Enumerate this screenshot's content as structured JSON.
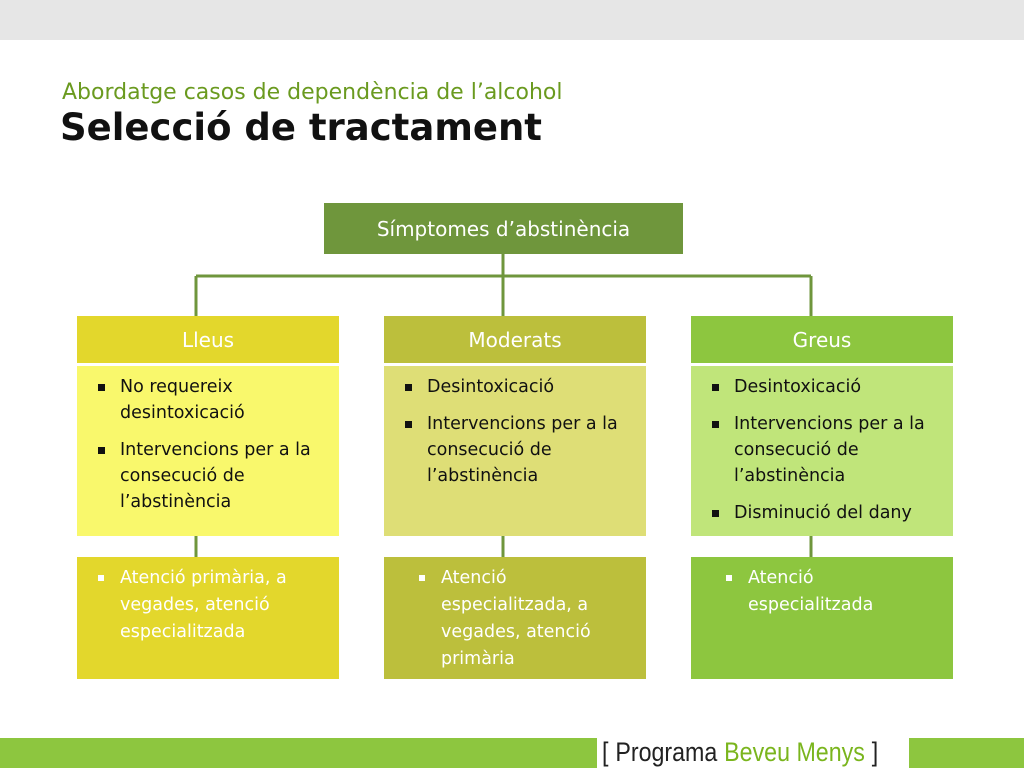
{
  "slide": {
    "subtitle": "Abordatge casos de dependència de l’alcohol",
    "title": "Selecció de tractament"
  },
  "diagram": {
    "root": {
      "label": "Símptomes d’abstinència",
      "color": "#6f963c"
    },
    "columns": [
      {
        "header": "Lleus",
        "header_color": "#e3d72c",
        "body_color": "#f9f86c",
        "footer_color": "#e3d72c",
        "items": [
          "No requereix desintoxicació",
          "Intervencions per a la consecució de l’abstinència"
        ],
        "footer_items": [
          "Atenció primària, a vegades, atenció especialitzada"
        ]
      },
      {
        "header": "Moderats",
        "header_color": "#bcbf3c",
        "body_color": "#dede76",
        "footer_color": "#bcbf3c",
        "items": [
          "Desintoxicació",
          "Intervencions per a la consecució de l’abstinència"
        ],
        "footer_items": [
          "Atenció especialitzada, a vegades, atenció primària"
        ]
      },
      {
        "header": "Greus",
        "header_color": "#8dc63f",
        "body_color": "#c0e57a",
        "footer_color": "#8dc63f",
        "items": [
          "Desintoxicació",
          "Intervencions per a la consecució de l’abstinència",
          "Disminució del dany"
        ],
        "footer_items": [
          "Atenció especialitzada"
        ]
      }
    ]
  },
  "footer": {
    "bracket_open": "[",
    "brand_word1": "Programa",
    "brand_word2": "Beveu Menys",
    "bracket_close": "]",
    "band_color": "#8dc63f"
  }
}
